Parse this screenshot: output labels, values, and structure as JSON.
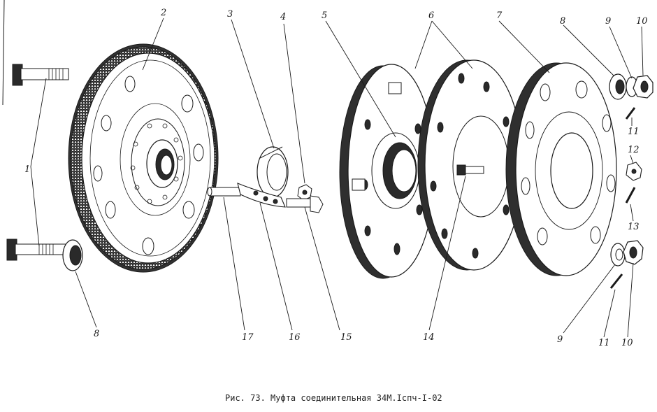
{
  "callouts": [
    {
      "id": "c1",
      "text": "1"
    },
    {
      "id": "c2",
      "text": "2"
    },
    {
      "id": "c3",
      "text": "3"
    },
    {
      "id": "c4",
      "text": "4"
    },
    {
      "id": "c5",
      "text": "5"
    },
    {
      "id": "c6",
      "text": "6"
    },
    {
      "id": "c7",
      "text": "7"
    },
    {
      "id": "c8a",
      "text": "8"
    },
    {
      "id": "c9a",
      "text": "9"
    },
    {
      "id": "c10a",
      "text": "10"
    },
    {
      "id": "c11a",
      "text": "11"
    },
    {
      "id": "c12",
      "text": "12"
    },
    {
      "id": "c13",
      "text": "13"
    },
    {
      "id": "c8b",
      "text": "8"
    },
    {
      "id": "c17",
      "text": "17"
    },
    {
      "id": "c16",
      "text": "16"
    },
    {
      "id": "c15",
      "text": "15"
    },
    {
      "id": "c14",
      "text": "14"
    },
    {
      "id": "c9b",
      "text": "9"
    },
    {
      "id": "c11b",
      "text": "11"
    },
    {
      "id": "c10b",
      "text": "10"
    }
  ],
  "caption": "Рис. 73. Муфта соединительная 34М.Iспч-I-02"
}
